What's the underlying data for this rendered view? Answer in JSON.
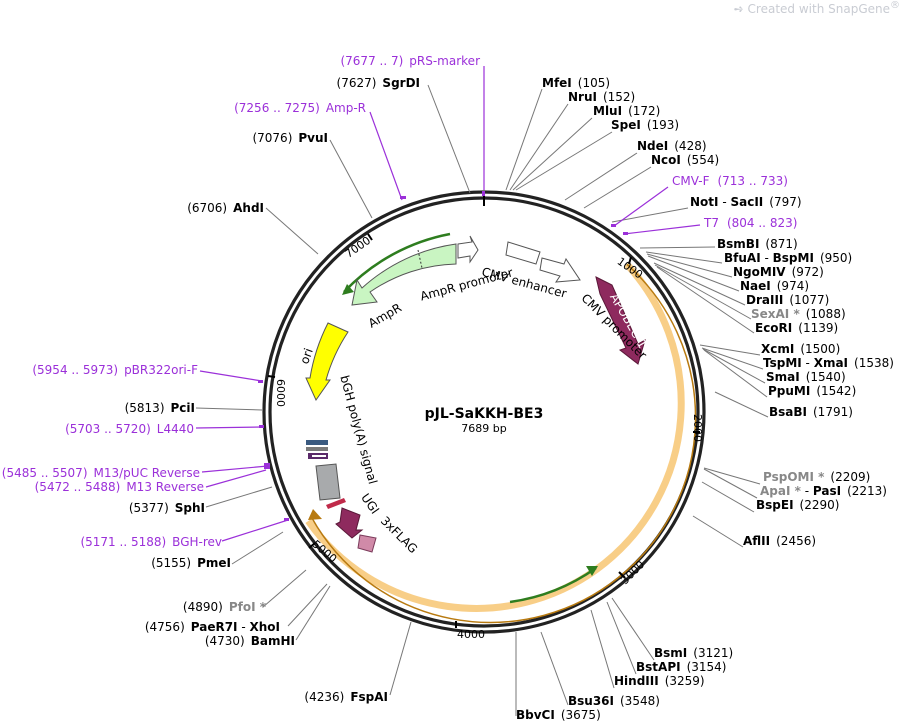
{
  "watermark": {
    "prefix": "Created with ",
    "brand": "SnapGene",
    "mark": "®"
  },
  "plasmid": {
    "name": "pJL-SaKKH-BE3",
    "size_label": "7689 bp"
  },
  "ring_ticks": [
    "1000",
    "2000",
    "3000",
    "4000",
    "5000",
    "6000",
    "7000"
  ],
  "enzymes": [
    {
      "id": "mfei",
      "name": "MfeI",
      "pos": "(105)"
    },
    {
      "id": "nrui",
      "name": "NruI",
      "pos": "(152)"
    },
    {
      "id": "mlui",
      "name": "MluI",
      "pos": "(172)"
    },
    {
      "id": "spei",
      "name": "SpeI",
      "pos": "(193)"
    },
    {
      "id": "ndei",
      "name": "NdeI",
      "pos": "(428)"
    },
    {
      "id": "ncoi",
      "name": "NcoI",
      "pos": "(554)"
    },
    {
      "id": "noti",
      "name": "NotI",
      "name2": "SacII",
      "pos": "(797)"
    },
    {
      "id": "bsmbi",
      "name": "BsmBI",
      "pos": "(871)"
    },
    {
      "id": "bfuai",
      "name": "BfuAI",
      "name2": "BspMI",
      "pos": "(950)"
    },
    {
      "id": "ngomiv",
      "name": "NgoMIV",
      "pos": "(972)"
    },
    {
      "id": "naei",
      "name": "NaeI",
      "pos": "(974)"
    },
    {
      "id": "draiii",
      "name": "DraIII",
      "pos": "(1077)"
    },
    {
      "id": "sexai",
      "name": "SexAI *",
      "pos": "(1088)"
    },
    {
      "id": "ecori",
      "name": "EcoRI",
      "pos": "(1139)"
    },
    {
      "id": "xcmi",
      "name": "XcmI",
      "pos": "(1500)"
    },
    {
      "id": "tspmi",
      "name": "TspMI",
      "name2": "XmaI",
      "pos": "(1538)"
    },
    {
      "id": "smai",
      "name": "SmaI",
      "pos": "(1540)"
    },
    {
      "id": "ppumi",
      "name": "PpuMI",
      "pos": "(1542)"
    },
    {
      "id": "bsabi",
      "name": "BsaBI",
      "pos": "(1791)"
    },
    {
      "id": "pspomi",
      "name": "PspOMI *",
      "pos": "(2209)"
    },
    {
      "id": "apai",
      "name": "ApaI *",
      "name2": "PasI",
      "pos": "(2213)"
    },
    {
      "id": "bspei",
      "name": "BspEI",
      "pos": "(2290)"
    },
    {
      "id": "aflii",
      "name": "AflII",
      "pos": "(2456)"
    },
    {
      "id": "bsmi",
      "name": "BsmI",
      "pos": "(3121)"
    },
    {
      "id": "bstapi",
      "name": "BstAPI",
      "pos": "(3154)"
    },
    {
      "id": "hindiii",
      "name": "HindIII",
      "pos": "(3259)"
    },
    {
      "id": "bsu36i",
      "name": "Bsu36I",
      "pos": "(3548)"
    },
    {
      "id": "bbvci",
      "name": "BbvCI",
      "pos": "(3675)"
    },
    {
      "id": "fspai",
      "name": "FspAI",
      "pos": "(4236)"
    },
    {
      "id": "bamhi",
      "name": "BamHI",
      "pos": "(4730)"
    },
    {
      "id": "paer7i",
      "name": "PaeR7I",
      "name2": "XhoI",
      "pos": "(4756)"
    },
    {
      "id": "pfoi",
      "name": "PfoI *",
      "pos": "(4890)"
    },
    {
      "id": "pmei",
      "name": "PmeI",
      "pos": "(5155)"
    },
    {
      "id": "sphi",
      "name": "SphI",
      "pos": "(5377)"
    },
    {
      "id": "pcii",
      "name": "PciI",
      "pos": "(5813)"
    },
    {
      "id": "ahdi",
      "name": "AhdI",
      "pos": "(6706)"
    },
    {
      "id": "pvui",
      "name": "PvuI",
      "pos": "(7076)"
    },
    {
      "id": "sgrdi",
      "name": "SgrDI",
      "pos": "(7627)"
    }
  ],
  "primers": [
    {
      "id": "prs",
      "name": "pRS-marker",
      "range": "(7677 .. 7)"
    },
    {
      "id": "ampr",
      "name": "Amp-R",
      "range": "(7256 .. 7275)"
    },
    {
      "id": "cmvf",
      "name": "CMV-F",
      "range": "(713 .. 733)"
    },
    {
      "id": "t7",
      "name": "T7",
      "range": "(804 .. 823)"
    },
    {
      "id": "pbr",
      "name": "pBR322ori-F",
      "range": "(5954 .. 5973)"
    },
    {
      "id": "l4440",
      "name": "L4440",
      "range": "(5703 .. 5720)"
    },
    {
      "id": "m13puc",
      "name": "M13/pUC Reverse",
      "range": "(5485 .. 5507)"
    },
    {
      "id": "m13rev",
      "name": "M13 Reverse",
      "range": "(5472 .. 5488)"
    },
    {
      "id": "bghrev",
      "name": "BGH-rev",
      "range": "(5171 .. 5188)"
    }
  ],
  "features": {
    "apobec": "APOBEC-1",
    "cmv_promoter": "CMV promoter",
    "cmv_enhancer": "CMV enhancer",
    "ampr_promoter": "AmpR promoter",
    "ampr": "AmpR",
    "ori": "ori",
    "bgh": "bGH poly(A) signal",
    "ugi": "UGI",
    "flag": "3xFLAG"
  },
  "colors": {
    "primer": "#9b30d9",
    "apobec": "#8e2a5e",
    "ampr": "#c9f5c2",
    "ori": "#ffff00",
    "cas9_highlight": "#f7c97a",
    "grey_label": "#888888"
  }
}
